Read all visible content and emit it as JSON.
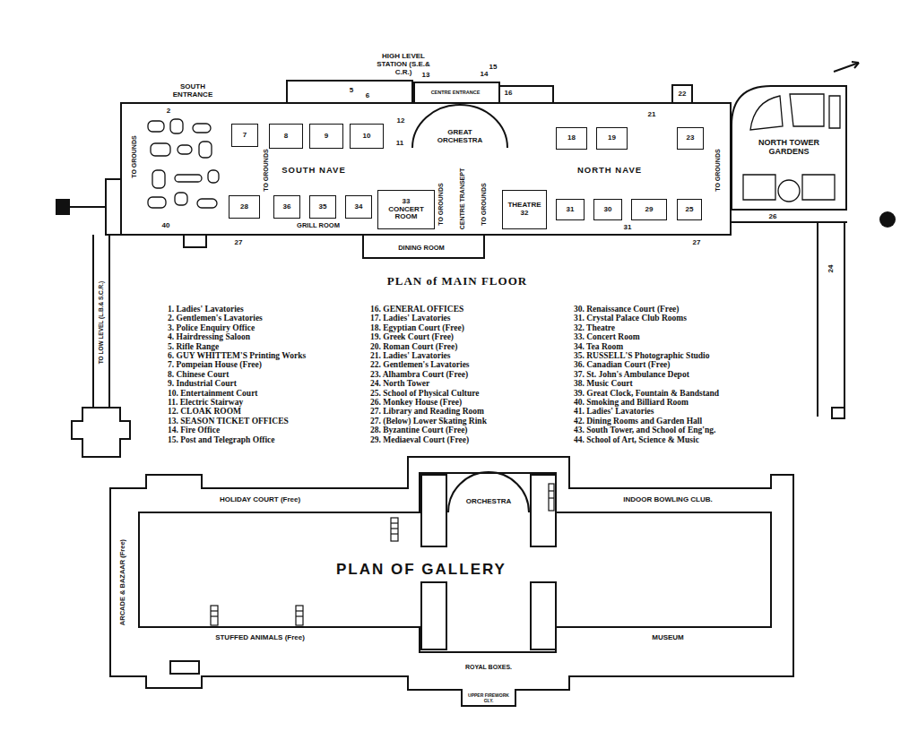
{
  "diagram": {
    "title": "PLAN of MAIN FLOOR",
    "nodes": [
      {
        "text": [
          "7"
        ]
      },
      {
        "text": [
          "8"
        ]
      },
      {
        "text": [
          "9"
        ]
      },
      {
        "text": [
          "10"
        ]
      },
      {
        "text": [
          "GREAT ORCHESTRA"
        ]
      },
      {
        "text": [
          "18"
        ]
      },
      {
        "text": [
          "19"
        ]
      },
      {
        "text": [
          "23"
        ]
      },
      {
        "text": [
          "NORTH TOWER GARDENS"
        ]
      },
      {
        "text": [
          "28"
        ]
      },
      {
        "text": [
          "36"
        ]
      },
      {
        "text": [
          "35"
        ]
      },
      {
        "text": [
          "34"
        ]
      },
      {
        "text": [
          "33",
          "CONCERT ROOM"
        ]
      },
      {
        "text": [
          "THEATRE",
          "32"
        ]
      },
      {
        "text": [
          "31"
        ]
      },
      {
        "text": [
          "30"
        ]
      },
      {
        "text": [
          "29"
        ]
      },
      {
        "text": [
          "25"
        ]
      }
    ],
    "labels": [
      "HIGH LEVEL STATION (S.E.& C.R.)",
      "SOUTH ENTRANCE",
      "CENTRE ENTRANCE",
      "13",
      "14",
      "15",
      "16",
      "5",
      "6",
      "2",
      "11",
      "12",
      "21",
      "22",
      "SOUTH NAVE",
      "NORTH NAVE",
      "TO GROUNDS",
      "TO GROUNDS",
      "TO GROUNDS",
      "CENTRE TRANSEPT",
      "TO GROUNDS",
      "TO GROUNDS",
      "GRILL ROOM",
      "DINING ROOM",
      "40",
      "27",
      "31",
      "27",
      "26",
      "24",
      "TO LOW LEVEL (L.B.& S.C.R.)",
      "1. Ladies' Lavatories",
      "2. Gentlemen's Lavatories",
      "3. Police Enquiry Office",
      "4. Hairdressing Saloon",
      "5. Rifle Range",
      "6. GUY WHITTEM'S Printing Works",
      "7. Pompeian House (Free)",
      "8. Chinese Court",
      "9. Industrial Court",
      "10. Entertainment Court",
      "11. Electric Stairway",
      "12. CLOAK ROOM",
      "13. SEASON TICKET OFFICES",
      "14. Fire Office",
      "15. Post and Telegraph Office",
      "16. GENERAL OFFICES",
      "17. Ladies' Lavatories",
      "18. Egyptian Court (Free)",
      "19. Greek Court (Free)",
      "20. Roman Court (Free)",
      "21. Ladies' Lavatories",
      "22. Gentlemen's Lavatories",
      "23. Alhambra Court (Free)",
      "24. North Tower",
      "25. School of Physical Culture",
      "26. Monkey House (Free)",
      "27. Library and Reading Room",
      "27. (Below) Lower Skating Rink",
      "28. Byzantine Court (Free)",
      "29. Mediaeval Court (Free)",
      "30. Renaissance Court (Free)",
      "31. Crystal Palace Club Rooms",
      "32. Theatre",
      "33. Concert Room",
      "34. Tea Room",
      "35. RUSSELL'S Photographic Studio",
      "36. Canadian Court (Free)",
      "37. St. John's Ambulance Depot",
      "38. Music Court",
      "39. Great Clock, Fountain & Bandstand",
      "40. Smoking and Billiard Room",
      "41. Ladies' Lavatories",
      "42. Dining Rooms and Garden Hall",
      "43. South Tower, and School of Eng'ng.",
      "44. School of Art, Science & Music",
      "HOLIDAY COURT (Free)",
      "ORCHESTRA",
      "INDOOR BOWLING CLUB.",
      "PLAN OF GALLERY",
      "ARCADE & BAZAAR (Free)",
      "STUFFED ANIMALS (Free)",
      "ROYAL BOXES.",
      "MUSEUM",
      "UPPER FIREWORK GLY."
    ]
  }
}
